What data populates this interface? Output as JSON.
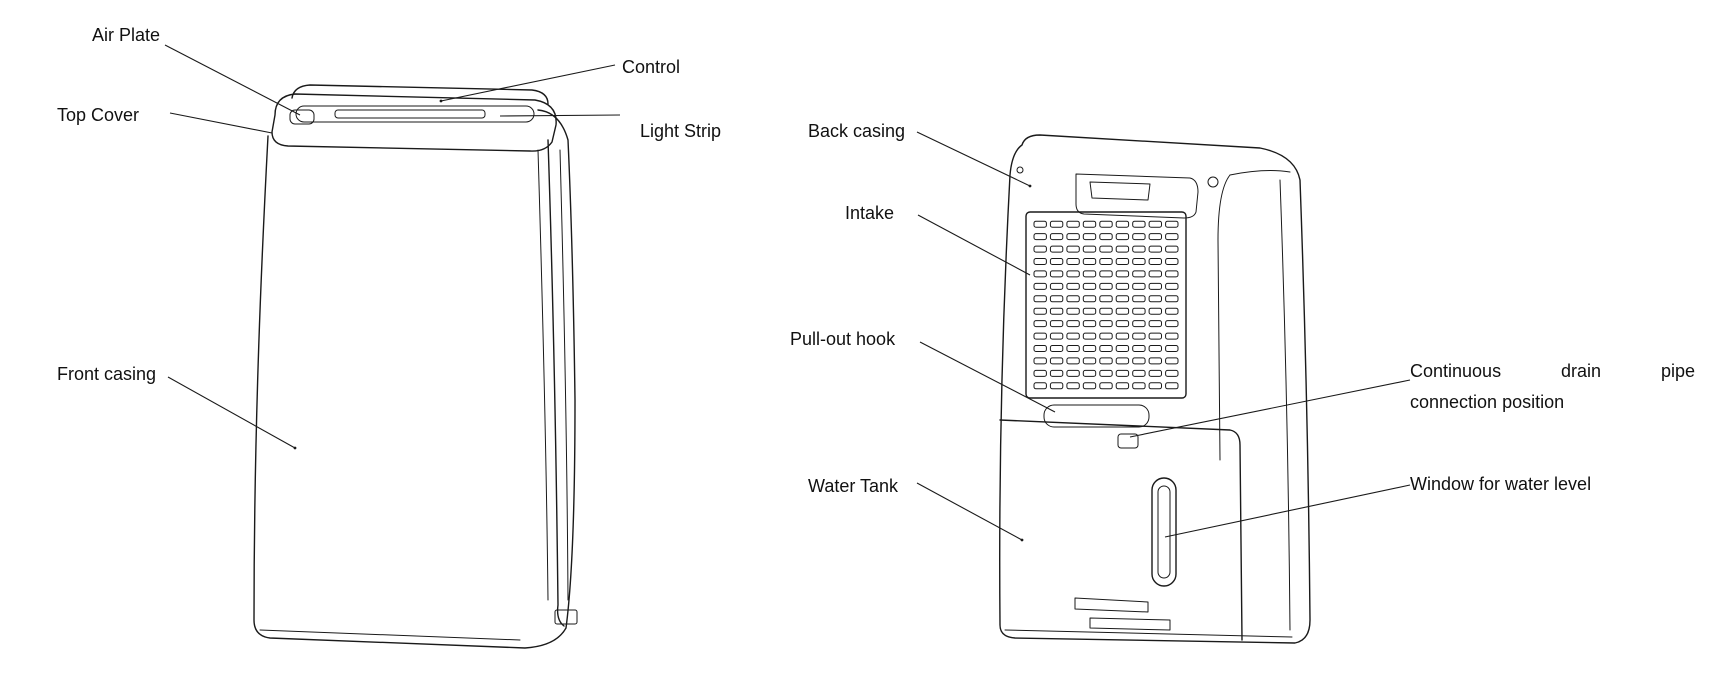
{
  "front_view": {
    "labels": {
      "air_plate": "Air Plate",
      "control": "Control",
      "top_cover": "Top Cover",
      "light_strip": "Light Strip",
      "front_casing": "Front casing"
    }
  },
  "back_view": {
    "labels": {
      "back_casing": "Back casing",
      "intake": "Intake",
      "pull_out_hook": "Pull-out hook",
      "drain_word_1": "Continuous",
      "drain_word_2": "drain",
      "drain_word_3": "pipe",
      "drain_line_2": "connection position",
      "water_tank": "Water Tank",
      "water_level_window": "Window for water level"
    }
  }
}
